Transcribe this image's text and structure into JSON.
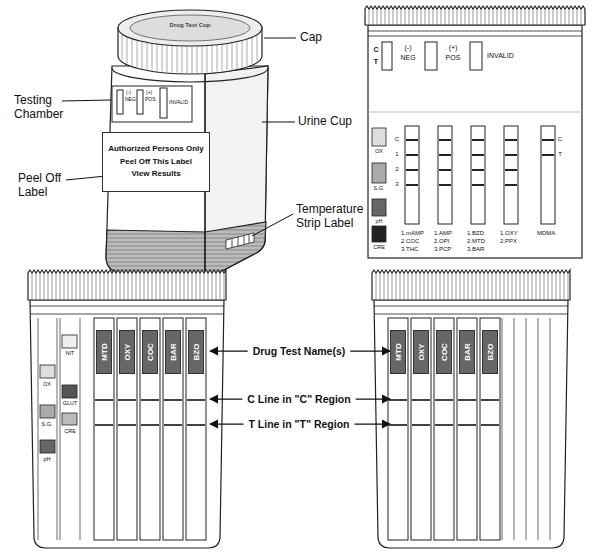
{
  "diagram": {
    "nodes": [
      {
        "text": [
          "Authorized Persons Only",
          "Peel Off This Label",
          "View Results"
        ]
      },
      {
        "text": [
          "MTD"
        ]
      },
      {
        "text": [
          "OXY"
        ]
      },
      {
        "text": [
          "COC"
        ]
      },
      {
        "text": [
          "BAR"
        ]
      },
      {
        "text": [
          "BZO"
        ]
      },
      {
        "text": [
          "MTD"
        ]
      },
      {
        "text": [
          "OXY"
        ]
      },
      {
        "text": [
          "COC"
        ]
      },
      {
        "text": [
          "BAR"
        ]
      },
      {
        "text": [
          "BZO"
        ]
      }
    ],
    "labels": [
      "Cap",
      "Testing Chamber",
      "Urine Cup",
      "Peel Off Label",
      "Temperature Strip Label",
      "Drug Test Cup",
      "(-)",
      "NEG",
      "(+)",
      "POS",
      "INVALID",
      "C",
      "T",
      "(-)",
      "NEG",
      "(+)",
      "POS",
      "INVALID",
      "OX",
      "C",
      "1",
      "S.G.",
      "2",
      "3",
      "pH",
      "CRE",
      "1.mAMP",
      "2.COC",
      "3.THC",
      "1.AMP",
      "2.OPI",
      "3.PCP",
      "1.BZD",
      "2.MTD",
      "3.BAR",
      "1.OXY",
      "2.PPX",
      "MDMA",
      "C",
      "T",
      "OX",
      "NIT",
      "S.G.",
      "GLUT",
      "pH",
      "CRE",
      "Drug Test Name(s)",
      "C Line in \"C\" Region",
      "T Line in \"T\" Region"
    ]
  }
}
